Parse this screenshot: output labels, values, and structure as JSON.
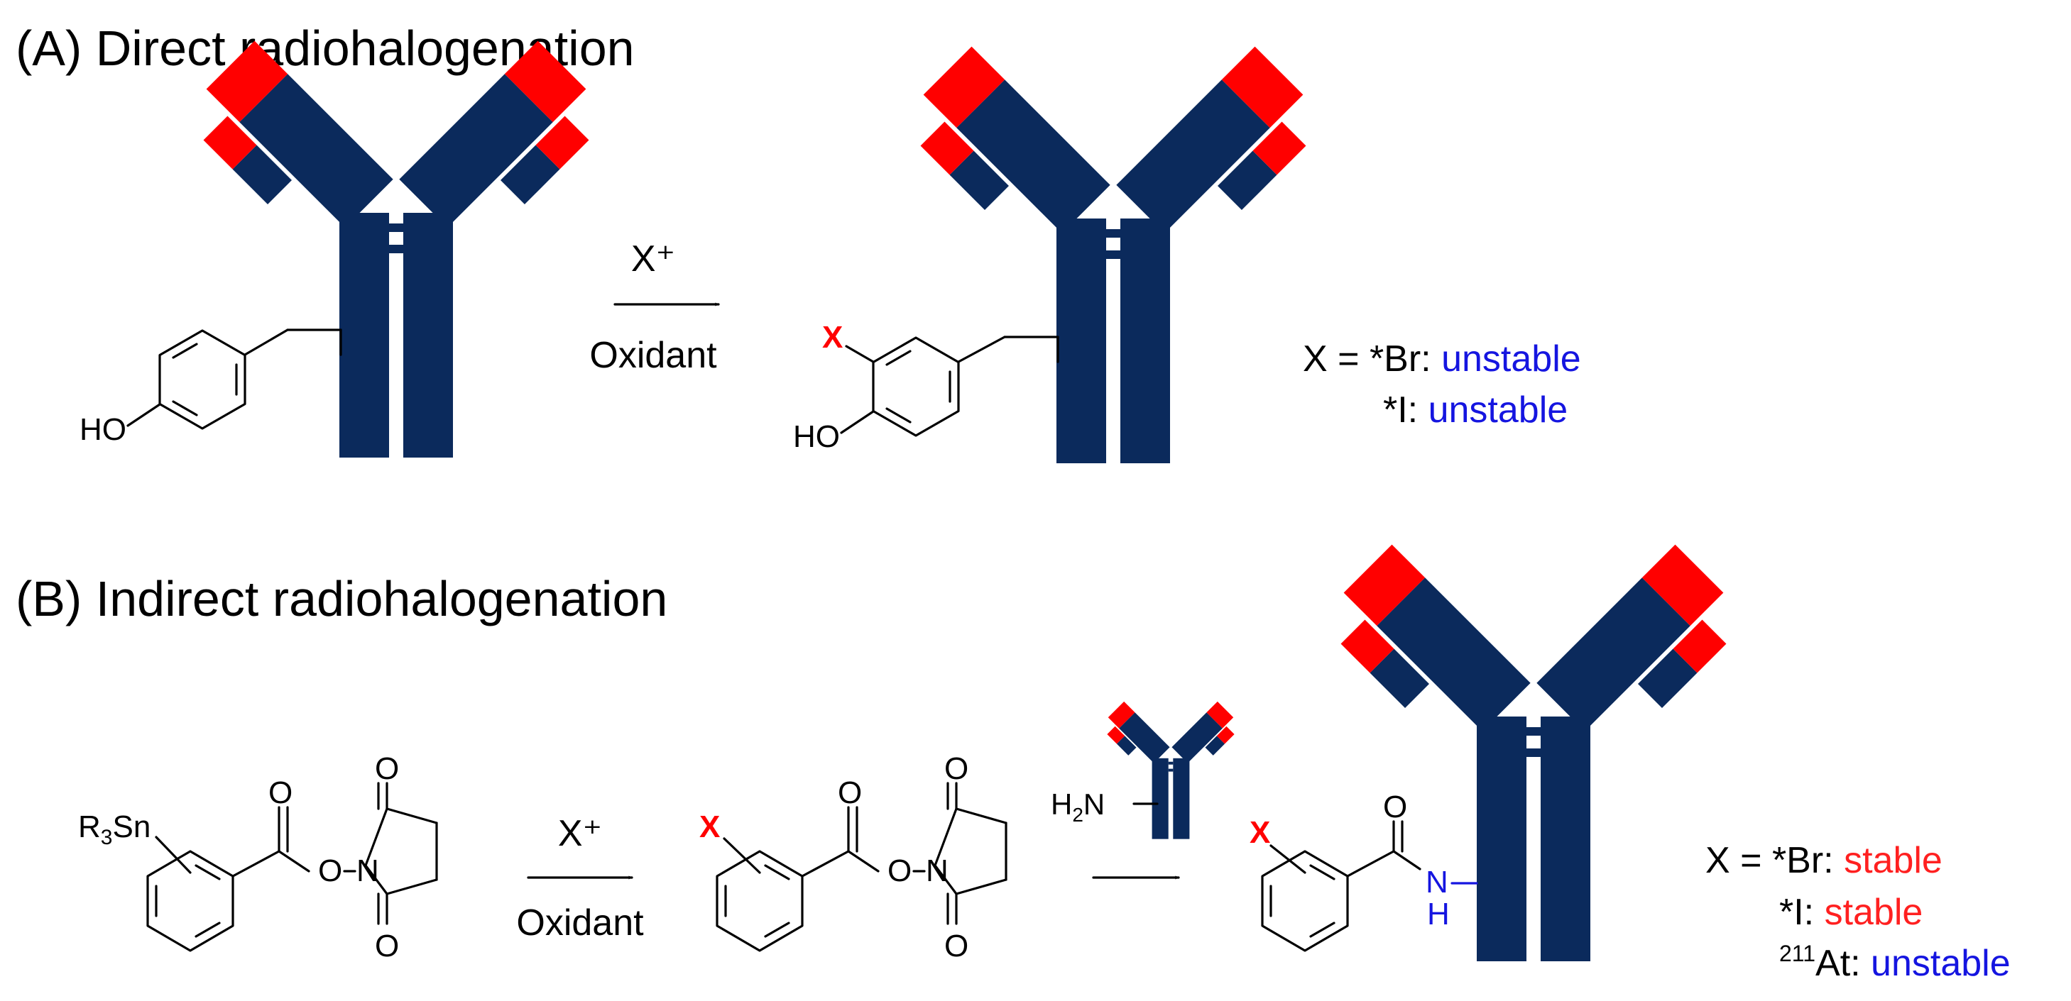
{
  "sections": {
    "a_title": "(A) Direct radiohalogenation",
    "b_title": "(B) Indirect radiohalogenation"
  },
  "reagents": {
    "a_top": "X⁺",
    "a_bottom": "Oxidant",
    "b_top": "X⁺",
    "b_bottom": "Oxidant"
  },
  "atoms": {
    "ho": "HO",
    "x": "X",
    "o": "O",
    "n": "N",
    "h": "H",
    "r3sn_r": "R",
    "r3sn_sub": "3",
    "r3sn_sn": "Sn",
    "h2n_h": "H",
    "h2n_sub": "2",
    "h2n_n": "N"
  },
  "stability_a": {
    "lead": "X = *Br: ",
    "br_status": "unstable",
    "i_label": "*I: ",
    "i_status": "unstable"
  },
  "stability_b": {
    "lead": "X = *Br: ",
    "br_status": "stable",
    "i_label": "*I: ",
    "i_status": "stable",
    "at_mass": "211",
    "at_label": "At: ",
    "at_status": "unstable"
  },
  "colors": {
    "antibody_body": "#0b2a5c",
    "antibody_tip": "#ff0000",
    "stable": "#ff2020",
    "unstable": "#1515e0",
    "halogen": "#ff0000"
  }
}
